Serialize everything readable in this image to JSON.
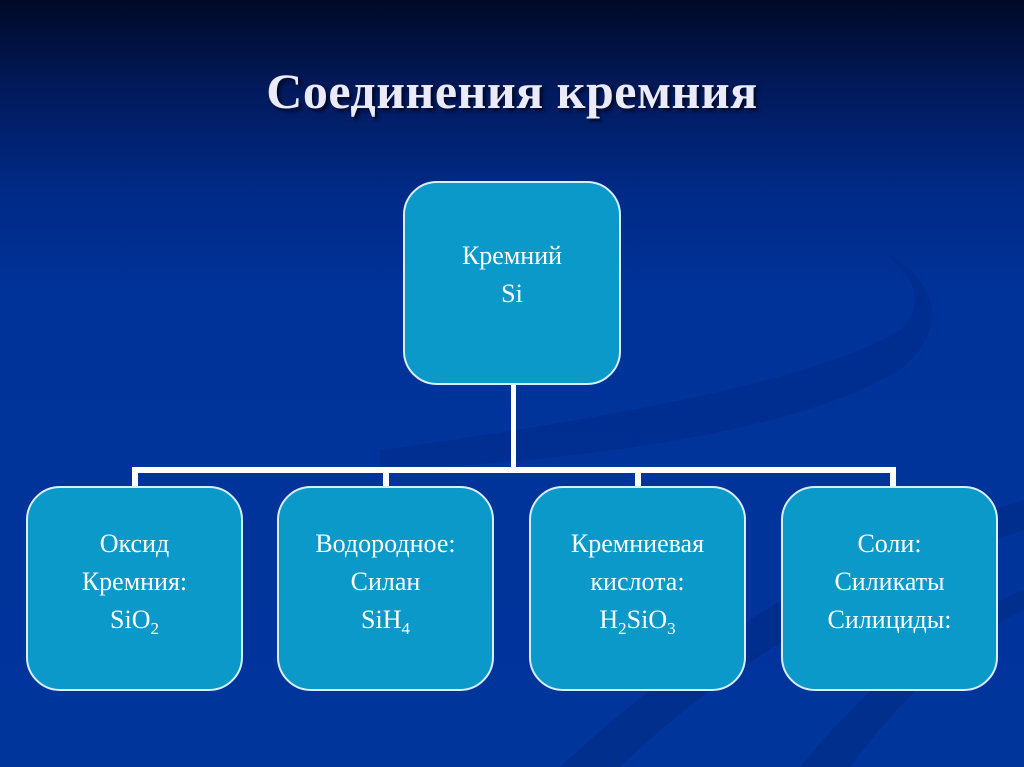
{
  "slide": {
    "title": "Соединения кремния",
    "colors": {
      "background_top": "#000a26",
      "background_bottom": "#00359c",
      "box_fill": "#0a99c9",
      "box_border": "#d8eef8",
      "connector": "#ffffff",
      "title_text": "#eaeaf8",
      "box_text": "#ffffff"
    }
  },
  "diagram": {
    "root": {
      "line1": "Кремний",
      "line2": "Si"
    },
    "children": [
      {
        "line1": "Оксид",
        "line2": "Кремния:",
        "formula": {
          "parts": [
            "SiO",
            "2"
          ]
        }
      },
      {
        "line1": "Водородное:",
        "line2": "Силан",
        "formula": {
          "parts": [
            "SiH",
            "4"
          ]
        }
      },
      {
        "line1": "Кремниевая",
        "line2": "кислота:",
        "formula": {
          "parts": [
            "H",
            "2",
            "SiO",
            "3"
          ]
        }
      },
      {
        "line1": "Соли:",
        "line2": "Силикаты",
        "line3": "Силициды:"
      }
    ]
  }
}
